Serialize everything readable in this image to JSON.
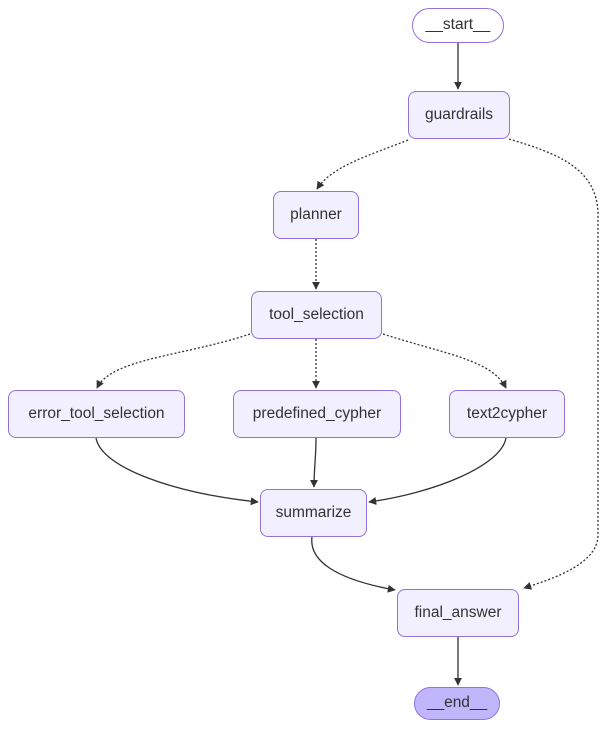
{
  "diagram": {
    "type": "flowchart",
    "orientation": "top-down",
    "nodes": {
      "start": {
        "label": "__start__",
        "shape": "stadium"
      },
      "guardrails": {
        "label": "guardrails",
        "shape": "rounded-rect"
      },
      "planner": {
        "label": "planner",
        "shape": "rounded-rect"
      },
      "tool_selection": {
        "label": "tool_selection",
        "shape": "rounded-rect"
      },
      "error_tool_selection": {
        "label": "error_tool_selection",
        "shape": "rounded-rect"
      },
      "predefined_cypher": {
        "label": "predefined_cypher",
        "shape": "rounded-rect"
      },
      "text2cypher": {
        "label": "text2cypher",
        "shape": "rounded-rect"
      },
      "summarize": {
        "label": "summarize",
        "shape": "rounded-rect"
      },
      "final_answer": {
        "label": "final_answer",
        "shape": "rounded-rect"
      },
      "end": {
        "label": "__end__",
        "shape": "stadium"
      }
    },
    "edges": [
      {
        "from": "__start__",
        "to": "guardrails",
        "style": "solid"
      },
      {
        "from": "guardrails",
        "to": "planner",
        "style": "dotted"
      },
      {
        "from": "guardrails",
        "to": "final_answer",
        "style": "dotted"
      },
      {
        "from": "planner",
        "to": "tool_selection",
        "style": "dotted"
      },
      {
        "from": "tool_selection",
        "to": "error_tool_selection",
        "style": "dotted"
      },
      {
        "from": "tool_selection",
        "to": "predefined_cypher",
        "style": "dotted"
      },
      {
        "from": "tool_selection",
        "to": "text2cypher",
        "style": "dotted"
      },
      {
        "from": "error_tool_selection",
        "to": "summarize",
        "style": "solid"
      },
      {
        "from": "predefined_cypher",
        "to": "summarize",
        "style": "solid"
      },
      {
        "from": "text2cypher",
        "to": "summarize",
        "style": "solid"
      },
      {
        "from": "summarize",
        "to": "final_answer",
        "style": "solid"
      },
      {
        "from": "final_answer",
        "to": "__end__",
        "style": "solid"
      }
    ],
    "colors": {
      "background": "#ffffff",
      "node_fill": "#f2f0ff",
      "node_border": "#9370db",
      "start_fill": "#ffffff",
      "end_fill": "#bfb6fc",
      "edge_stroke": "#333333",
      "label_text": "#333333"
    }
  }
}
